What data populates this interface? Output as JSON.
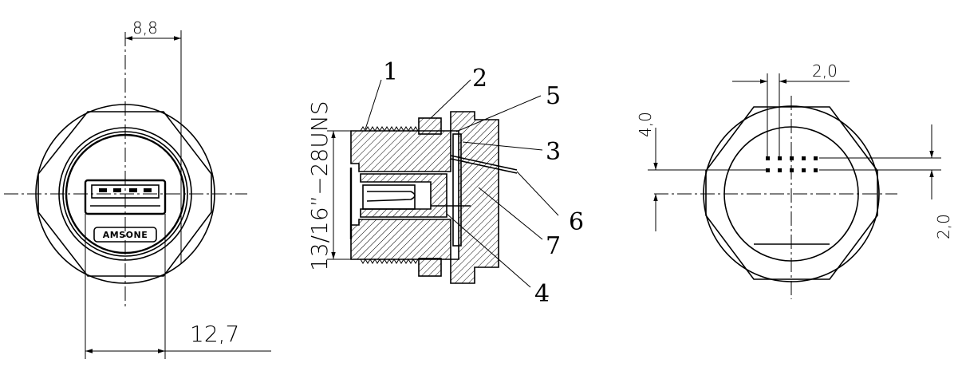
{
  "front_view": {
    "dim_top": "8,8",
    "dim_bottom": "12,7",
    "logo_text": "AMSONE"
  },
  "section_view": {
    "thread_label": "13/16”−28UNS",
    "callouts": [
      "1",
      "2",
      "3",
      "4",
      "5",
      "6",
      "7"
    ]
  },
  "rear_view": {
    "dim_pitch_h": "2,0",
    "dim_height": "4,0",
    "dim_pitch_v": "2,0"
  }
}
